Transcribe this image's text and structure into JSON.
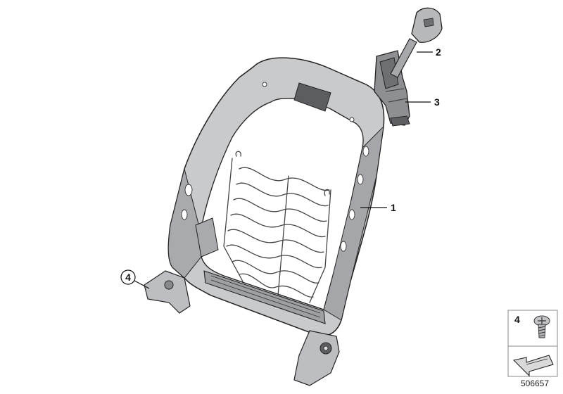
{
  "callouts": {
    "part1": "1",
    "part2": "2",
    "part3": "3",
    "part4": "4"
  },
  "legend": {
    "part4_number": "4"
  },
  "diagram_number": "506657",
  "colors": {
    "frame_fill": "#c9cacc",
    "frame_shadow": "#9fa0a3",
    "headrest_fill": "#b8b9bb",
    "legend_border": "#888888",
    "legend_panel": "#d9d9d9"
  }
}
